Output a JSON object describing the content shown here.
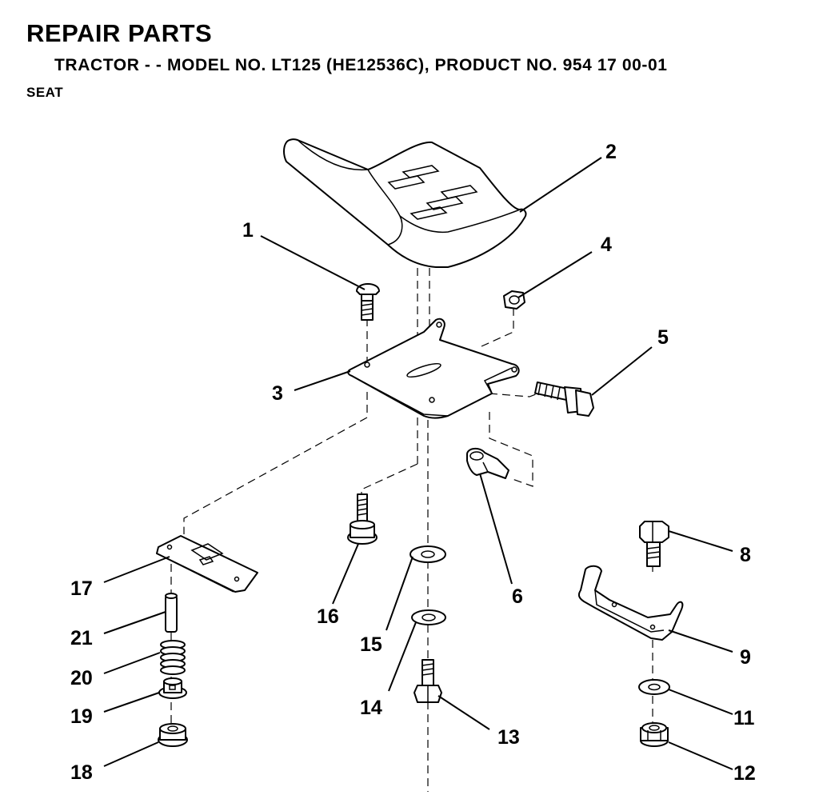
{
  "header": {
    "title": "REPAIR PARTS",
    "subtitle": "TRACTOR - - MODEL NO. LT125 (HE12536C),  PRODUCT NO. 954 17 00-01",
    "section": "SEAT"
  },
  "callouts": [
    {
      "id": "c1",
      "label": "1"
    },
    {
      "id": "c2",
      "label": "2"
    },
    {
      "id": "c3",
      "label": "3"
    },
    {
      "id": "c4",
      "label": "4"
    },
    {
      "id": "c5",
      "label": "5"
    },
    {
      "id": "c6",
      "label": "6"
    },
    {
      "id": "c8",
      "label": "8"
    },
    {
      "id": "c9",
      "label": "9"
    },
    {
      "id": "c11",
      "label": "11"
    },
    {
      "id": "c12",
      "label": "12"
    },
    {
      "id": "c13",
      "label": "13"
    },
    {
      "id": "c14",
      "label": "14"
    },
    {
      "id": "c15",
      "label": "15"
    },
    {
      "id": "c16",
      "label": "16"
    },
    {
      "id": "c17",
      "label": "17"
    },
    {
      "id": "c18",
      "label": "18"
    },
    {
      "id": "c19",
      "label": "19"
    },
    {
      "id": "c20",
      "label": "20"
    },
    {
      "id": "c21",
      "label": "21"
    }
  ]
}
